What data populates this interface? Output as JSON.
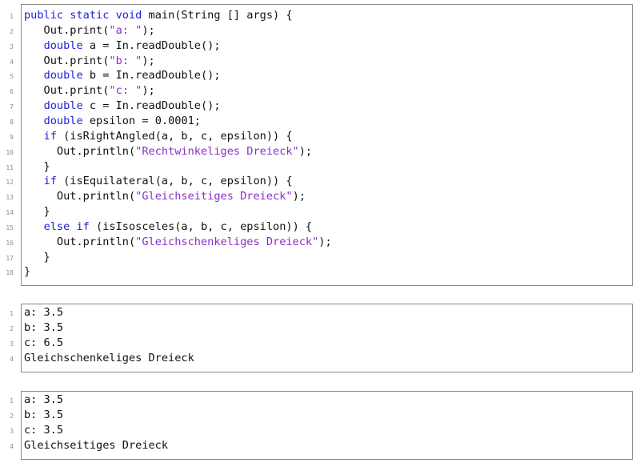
{
  "code": {
    "lines": [
      {
        "num": "1",
        "parts": [
          {
            "t": "public static void",
            "k": "kw"
          },
          {
            "t": " main(String [] args) {"
          }
        ]
      },
      {
        "num": "2",
        "parts": [
          {
            "t": "   Out.print("
          },
          {
            "t": "\"a: \"",
            "k": "str"
          },
          {
            "t": ");"
          }
        ]
      },
      {
        "num": "3",
        "parts": [
          {
            "t": "   "
          },
          {
            "t": "double",
            "k": "kw"
          },
          {
            "t": " a = In.readDouble();"
          }
        ]
      },
      {
        "num": "4",
        "parts": [
          {
            "t": "   Out.print("
          },
          {
            "t": "\"b: \"",
            "k": "str"
          },
          {
            "t": ");"
          }
        ]
      },
      {
        "num": "5",
        "parts": [
          {
            "t": "   "
          },
          {
            "t": "double",
            "k": "kw"
          },
          {
            "t": " b = In.readDouble();"
          }
        ]
      },
      {
        "num": "6",
        "parts": [
          {
            "t": "   Out.print("
          },
          {
            "t": "\"c: \"",
            "k": "str"
          },
          {
            "t": ");"
          }
        ]
      },
      {
        "num": "7",
        "parts": [
          {
            "t": "   "
          },
          {
            "t": "double",
            "k": "kw"
          },
          {
            "t": " c = In.readDouble();"
          }
        ]
      },
      {
        "num": "8",
        "parts": [
          {
            "t": "   "
          },
          {
            "t": "double",
            "k": "kw"
          },
          {
            "t": " epsilon = 0.0001;"
          }
        ]
      },
      {
        "num": "9",
        "parts": [
          {
            "t": "   "
          },
          {
            "t": "if",
            "k": "kw"
          },
          {
            "t": " (isRightAngled(a, b, c, epsilon)) {"
          }
        ]
      },
      {
        "num": "10",
        "parts": [
          {
            "t": "     Out.println("
          },
          {
            "t": "\"Rechtwinkeliges Dreieck\"",
            "k": "str"
          },
          {
            "t": ");"
          }
        ]
      },
      {
        "num": "11",
        "parts": [
          {
            "t": "   }"
          }
        ]
      },
      {
        "num": "12",
        "parts": [
          {
            "t": "   "
          },
          {
            "t": "if",
            "k": "kw"
          },
          {
            "t": " (isEquilateral(a, b, c, epsilon)) {"
          }
        ]
      },
      {
        "num": "13",
        "parts": [
          {
            "t": "     Out.println("
          },
          {
            "t": "\"Gleichseitiges Dreieck\"",
            "k": "str"
          },
          {
            "t": ");"
          }
        ]
      },
      {
        "num": "14",
        "parts": [
          {
            "t": "   }"
          }
        ]
      },
      {
        "num": "15",
        "parts": [
          {
            "t": "   "
          },
          {
            "t": "else if",
            "k": "kw"
          },
          {
            "t": " (isIsosceles(a, b, c, epsilon)) {"
          }
        ]
      },
      {
        "num": "16",
        "parts": [
          {
            "t": "     Out.println("
          },
          {
            "t": "\"Gleichschenkeliges Dreieck\"",
            "k": "str"
          },
          {
            "t": ");"
          }
        ]
      },
      {
        "num": "17",
        "parts": [
          {
            "t": "   }"
          }
        ]
      },
      {
        "num": "18",
        "parts": [
          {
            "t": "}"
          }
        ]
      }
    ]
  },
  "output_1": {
    "lines": [
      {
        "num": "1",
        "parts": [
          {
            "t": "a: 3.5"
          }
        ]
      },
      {
        "num": "2",
        "parts": [
          {
            "t": "b: 3.5"
          }
        ]
      },
      {
        "num": "3",
        "parts": [
          {
            "t": "c: 6.5"
          }
        ]
      },
      {
        "num": "4",
        "parts": [
          {
            "t": "Gleichschenkeliges Dreieck"
          }
        ]
      }
    ]
  },
  "output_2": {
    "lines": [
      {
        "num": "1",
        "parts": [
          {
            "t": "a: 3.5"
          }
        ]
      },
      {
        "num": "2",
        "parts": [
          {
            "t": "b: 3.5"
          }
        ]
      },
      {
        "num": "3",
        "parts": [
          {
            "t": "c: 3.5"
          }
        ]
      },
      {
        "num": "4",
        "parts": [
          {
            "t": "Gleichseitiges Dreieck"
          }
        ]
      }
    ]
  },
  "colors": {
    "keyword": "#1f1fd6",
    "string": "#8a2fc7",
    "text": "#111111",
    "line_number": "#8c8c8c",
    "frame": "#8a8a8a"
  }
}
